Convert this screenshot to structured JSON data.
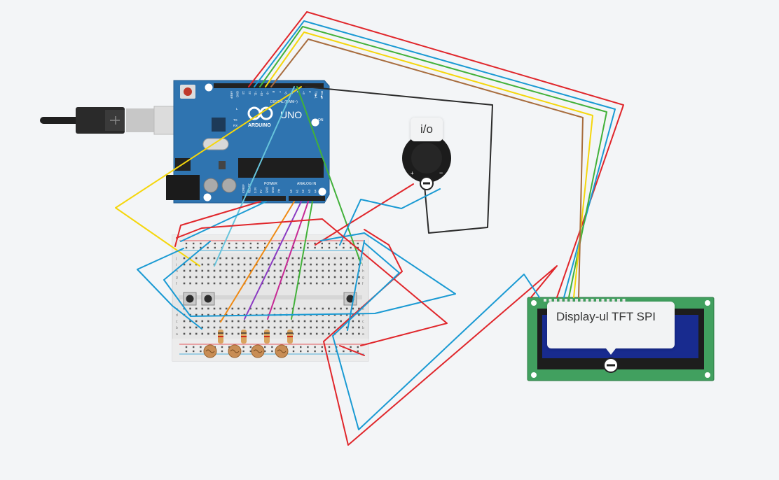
{
  "arduino": {
    "brand": "ARDUINO",
    "model": "UNO",
    "header_digital": "DIGITAL (PWM~)",
    "header_power": "POWER",
    "header_analog": "ANALOG IN",
    "on_label": "ON",
    "led_l": "L",
    "led_tx": "TX",
    "led_rx": "RX",
    "digital_pins": [
      "AREF",
      "GND",
      "13",
      "12",
      "~11",
      "~10",
      "~9",
      "8",
      "7",
      "~6",
      "~5",
      "4",
      "~3",
      "2",
      "TX▶1",
      "RX◀0"
    ],
    "power_pins": [
      "IOREF",
      "RESET",
      "3.3V",
      "5V",
      "GND",
      "GND",
      "Vin"
    ],
    "analog_pins": [
      "A0",
      "A1",
      "A2",
      "A3",
      "A4",
      "A5"
    ]
  },
  "components": {
    "buzzer_tooltip": "i/o",
    "buzzer_plus": "+",
    "buzzer_minus": "−",
    "lcd_tooltip": "Display-ul TFT SPI"
  },
  "breadboard": {
    "row_letters_top": [
      "j",
      "i",
      "h",
      "g",
      "f"
    ],
    "row_letters_bottom": [
      "e",
      "d",
      "c",
      "b",
      "a"
    ]
  },
  "colors": {
    "red": "#e0262b",
    "blue": "#1a9ad3",
    "green": "#42b13a",
    "yellow": "#f5d60c",
    "brown": "#a86d3e",
    "black": "#2b2b2b",
    "orange": "#f08a13",
    "purple": "#8a3ac2",
    "magenta": "#c62a95",
    "lightblue": "#67c4dc",
    "arduino_blue": "#2f74b0",
    "lcd_green": "#41a05f"
  }
}
